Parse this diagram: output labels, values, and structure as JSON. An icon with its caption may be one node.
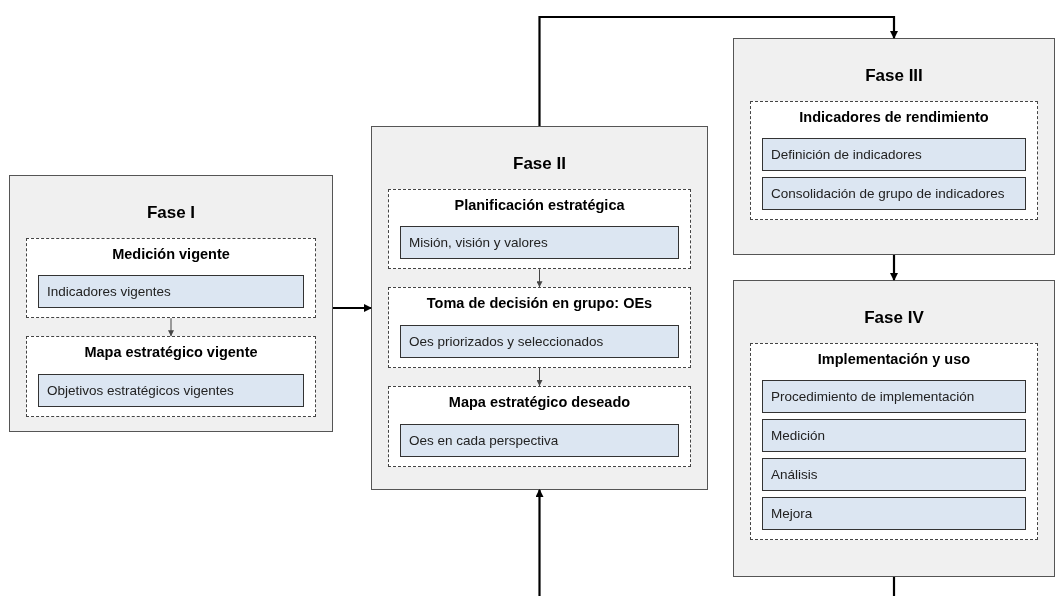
{
  "diagram": {
    "nodes": [
      {
        "text": [
          "Fase I"
        ]
      },
      {
        "text": [
          "Medición vigente"
        ],
        "in": 0
      },
      {
        "text": [
          "Indicadores vigentes"
        ],
        "in": 1
      },
      {
        "text": [
          "Mapa estratégico vigente"
        ],
        "in": 0
      },
      {
        "text": [
          "Objetivos estratégicos vigentes"
        ],
        "in": 3
      },
      {
        "text": [
          "Fase II"
        ]
      },
      {
        "text": [
          "Planificación estratégica"
        ],
        "in": 5
      },
      {
        "text": [
          "Misión, visión y valores"
        ],
        "in": 6
      },
      {
        "text": [
          "Toma de decisión en grupo: OEs"
        ],
        "in": 5
      },
      {
        "text": [
          "Oes priorizados y seleccionados"
        ],
        "in": 8
      },
      {
        "text": [
          "Mapa estratégico deseado"
        ],
        "in": 5
      },
      {
        "text": [
          "Oes en cada perspectiva"
        ],
        "in": 10
      },
      {
        "text": [
          "Fase III"
        ]
      },
      {
        "text": [
          "Indicadores de rendimiento"
        ],
        "in": 12
      },
      {
        "text": [
          "Definición de indicadores"
        ],
        "in": 13
      },
      {
        "text": [
          "Consolidación de grupo de indicadores"
        ],
        "in": 13
      },
      {
        "text": [
          "Fase IV"
        ]
      },
      {
        "text": [
          "Implementación y uso"
        ],
        "in": 16
      },
      {
        "text": [
          "Procedimiento de implementación"
        ],
        "in": 17
      },
      {
        "text": [
          "Medición"
        ],
        "in": 17
      },
      {
        "text": [
          "Análisis"
        ],
        "in": 17
      },
      {
        "text": [
          "Mejora"
        ],
        "in": 17
      }
    ],
    "edges": [
      {
        "from": 1,
        "to": 3,
        "arrow": "to"
      },
      {
        "from": 6,
        "to": 8,
        "arrow": "to"
      },
      {
        "from": 8,
        "to": 10,
        "arrow": "to"
      },
      {
        "from": 0,
        "to": 5,
        "arrow": "to"
      },
      {
        "from": 5,
        "to": 12,
        "arrow": "to"
      },
      {
        "from": 12,
        "to": 16,
        "arrow": "to"
      },
      {
        "from": 16,
        "to": null,
        "arrow": "none"
      },
      {
        "from": null,
        "to": 5,
        "arrow": "to"
      }
    ]
  }
}
